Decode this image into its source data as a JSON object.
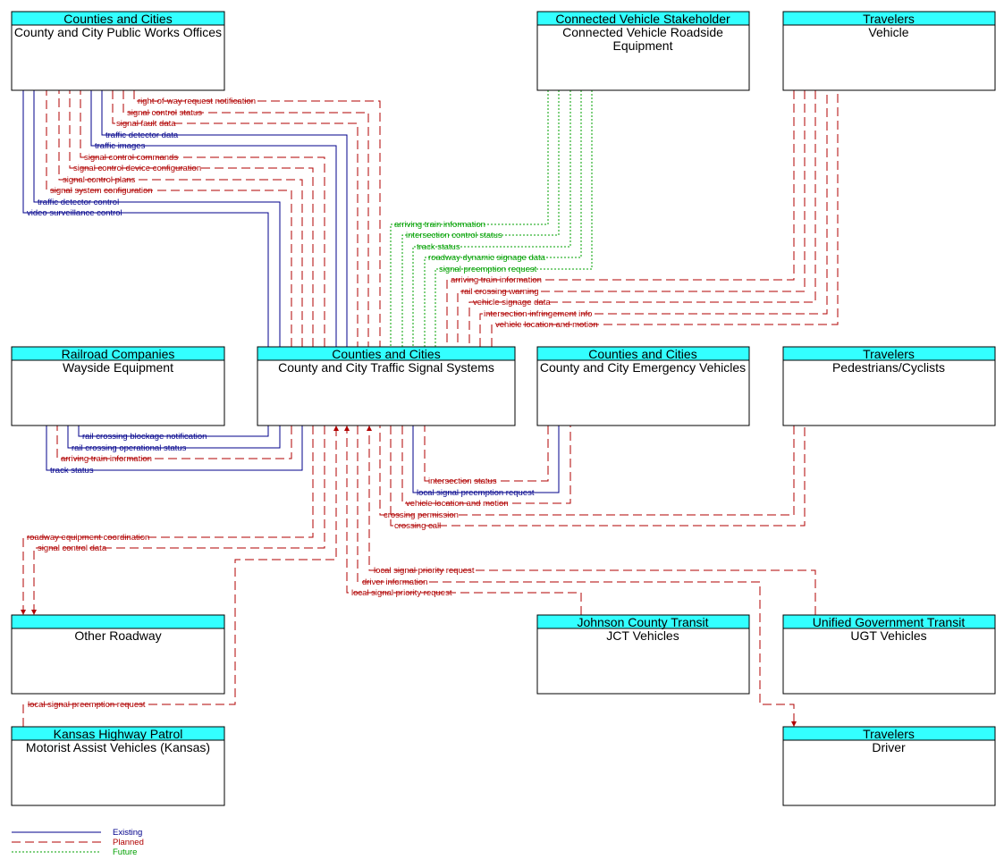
{
  "colors": {
    "header_fill": "#33ffff",
    "existing": "#00008b",
    "planned": "#b00000",
    "future": "#00a000"
  },
  "elements": {
    "pw": {
      "stakeholder": "Counties and Cities",
      "name": "County and City Public Works Offices"
    },
    "cvrse": {
      "stakeholder": "Connected Vehicle Stakeholder",
      "name": "Connected Vehicle Roadside Equipment"
    },
    "veh": {
      "stakeholder": "Travelers",
      "name": "Vehicle"
    },
    "rr": {
      "stakeholder": "Railroad Companies",
      "name": "Wayside Equipment"
    },
    "tss": {
      "stakeholder": "Counties and Cities",
      "name": "County and City Traffic Signal Systems"
    },
    "ev": {
      "stakeholder": "Counties and Cities",
      "name": "County and City Emergency Vehicles"
    },
    "ped": {
      "stakeholder": "Travelers",
      "name": "Pedestrians/Cyclists"
    },
    "other": {
      "stakeholder": "",
      "name": "Other Roadway"
    },
    "jct": {
      "stakeholder": "Johnson County Transit",
      "name": "JCT Vehicles"
    },
    "ugt": {
      "stakeholder": "Unified Government Transit",
      "name": "UGT Vehicles"
    },
    "khp": {
      "stakeholder": "Kansas Highway Patrol",
      "name": "Motorist Assist Vehicles (Kansas)"
    },
    "drv": {
      "stakeholder": "Travelers",
      "name": "Driver"
    }
  },
  "flows": {
    "pw": [
      {
        "label": "right-of-way request notification",
        "status": "planned"
      },
      {
        "label": "signal control status",
        "status": "planned"
      },
      {
        "label": "signal fault data",
        "status": "planned"
      },
      {
        "label": "traffic detector data",
        "status": "existing"
      },
      {
        "label": "traffic images",
        "status": "existing"
      },
      {
        "label": "signal control commands",
        "status": "planned"
      },
      {
        "label": "signal control device configuration",
        "status": "planned"
      },
      {
        "label": "signal control plans",
        "status": "planned"
      },
      {
        "label": "signal system configuration",
        "status": "planned"
      },
      {
        "label": "traffic detector control",
        "status": "existing"
      },
      {
        "label": "video surveillance control",
        "status": "existing"
      }
    ],
    "cv": [
      {
        "label": "arriving train information",
        "status": "future"
      },
      {
        "label": "intersection control status",
        "status": "future"
      },
      {
        "label": "track status",
        "status": "future"
      },
      {
        "label": "roadway dynamic signage data",
        "status": "future"
      },
      {
        "label": "signal preemption request",
        "status": "future"
      }
    ],
    "veh": [
      {
        "label": "arriving train information",
        "status": "planned"
      },
      {
        "label": "rail crossing warning",
        "status": "planned"
      },
      {
        "label": "vehicle signage data",
        "status": "planned"
      },
      {
        "label": "intersection infringement info",
        "status": "planned"
      },
      {
        "label": "vehicle location and motion",
        "status": "planned"
      }
    ],
    "rr": [
      {
        "label": "rail crossing blockage notification",
        "status": "existing"
      },
      {
        "label": "rail crossing operational status",
        "status": "existing"
      },
      {
        "label": "arriving train information",
        "status": "planned"
      },
      {
        "label": "track status",
        "status": "existing"
      }
    ],
    "ev": [
      {
        "label": "intersection status",
        "status": "planned"
      },
      {
        "label": "local signal preemption request",
        "status": "existing"
      },
      {
        "label": "vehicle location and motion",
        "status": "planned"
      }
    ],
    "ped": [
      {
        "label": "crossing permission",
        "status": "planned"
      },
      {
        "label": "crossing call",
        "status": "planned"
      }
    ],
    "other": [
      {
        "label": "roadway equipment coordination",
        "status": "planned"
      },
      {
        "label": "signal control data",
        "status": "planned"
      }
    ],
    "bottom": [
      {
        "label": "local signal priority request",
        "status": "planned"
      },
      {
        "label": "driver information",
        "status": "planned"
      },
      {
        "label": "local signal priority request",
        "status": "planned"
      }
    ],
    "khp": [
      {
        "label": "local signal preemption request",
        "status": "planned"
      }
    ]
  },
  "legend": {
    "existing": "Existing",
    "planned": "Planned",
    "future": "Future"
  }
}
